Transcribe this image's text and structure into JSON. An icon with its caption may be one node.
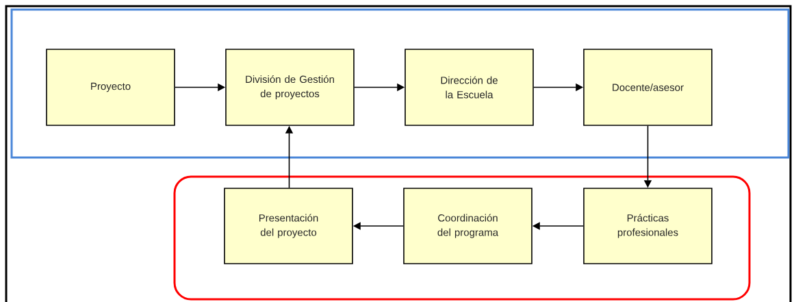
{
  "diagram": {
    "nodes": [
      {
        "text": [],
        "shape": "box"
      },
      {
        "text": [
          "Proyecto"
        ],
        "in": 0
      },
      {
        "text": [
          "División de Gestión de proyectos"
        ],
        "in": 0
      },
      {
        "text": [
          "Dirección de la Escuela"
        ],
        "in": 0
      },
      {
        "text": [
          "Docente/asesor"
        ],
        "in": 0
      },
      {
        "text": [],
        "shape": "box"
      },
      {
        "text": [
          "Presentación del proyecto"
        ],
        "in": 5
      },
      {
        "text": [
          "Coordinación del programa"
        ],
        "in": 5
      },
      {
        "text": [
          "Prácticas profesionales"
        ],
        "in": 5
      }
    ],
    "edges": [
      {
        "from": 1,
        "to": 2,
        "arrow": "to"
      },
      {
        "from": 2,
        "to": 3,
        "arrow": "to"
      },
      {
        "from": 3,
        "to": 4,
        "arrow": "to"
      },
      {
        "from": 4,
        "to": 8,
        "arrow": "to"
      },
      {
        "from": 8,
        "to": 7,
        "arrow": "to"
      },
      {
        "from": 7,
        "to": 6,
        "arrow": "to"
      },
      {
        "from": 6,
        "to": 2,
        "arrow": "to"
      }
    ]
  }
}
